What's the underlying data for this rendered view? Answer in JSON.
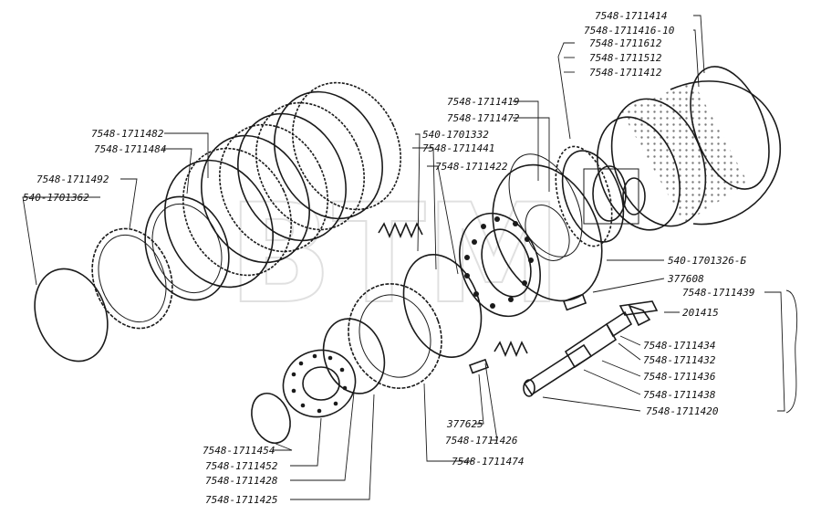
{
  "watermark": "BTM",
  "labels": {
    "l_1711414": "7548-1711414",
    "l_171141610": "7548-1711416-10",
    "l_1711612": "7548-1711612",
    "l_1711512": "7548-1711512",
    "l_1711412": "7548-1711412",
    "l_1711419": "7548-1711419",
    "l_1711472": "7548-1711472",
    "l_1701332": "540-1701332",
    "l_1711441": "7548-1711441",
    "l_1711422": "7548-1711422",
    "l_1711482": "7548-1711482",
    "l_1711484": "7548-1711484",
    "l_1711492": "7548-1711492",
    "l_1701362": "540-1701362",
    "l_1701326b": "540-1701326-Б",
    "l_377608": "377608",
    "l_1711439": "7548-1711439",
    "l_201415": "201415",
    "l_1711434": "7548-1711434",
    "l_1711432": "7548-1711432",
    "l_1711436": "7548-1711436",
    "l_1711438": "7548-1711438",
    "l_1711420": "7548-1711420",
    "l_377625": "377625",
    "l_1711426": "7548-1711426",
    "l_1711474": "7548-1711474",
    "l_1711454": "7548-1711454",
    "l_1711452": "7548-1711452",
    "l_1711428": "7548-1711428",
    "l_1711425": "7548-1711425"
  }
}
